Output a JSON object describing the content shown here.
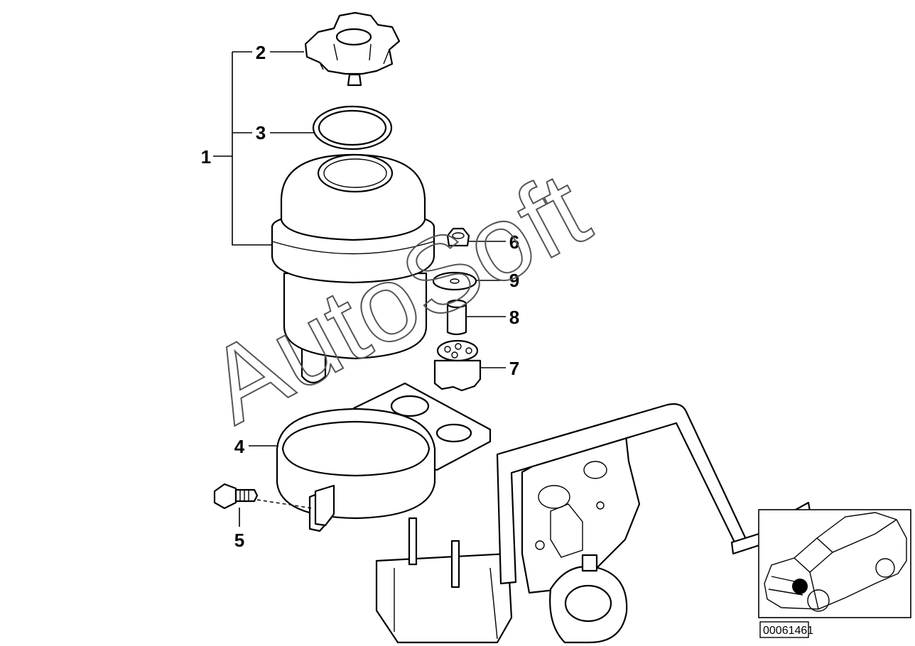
{
  "diagram": {
    "watermark": "AutoSoft",
    "drawing_number": "00061461",
    "callouts": [
      "1",
      "2",
      "3",
      "4",
      "5",
      "6",
      "7",
      "8",
      "9"
    ],
    "inset": {
      "highlight_color": "#000000"
    }
  }
}
